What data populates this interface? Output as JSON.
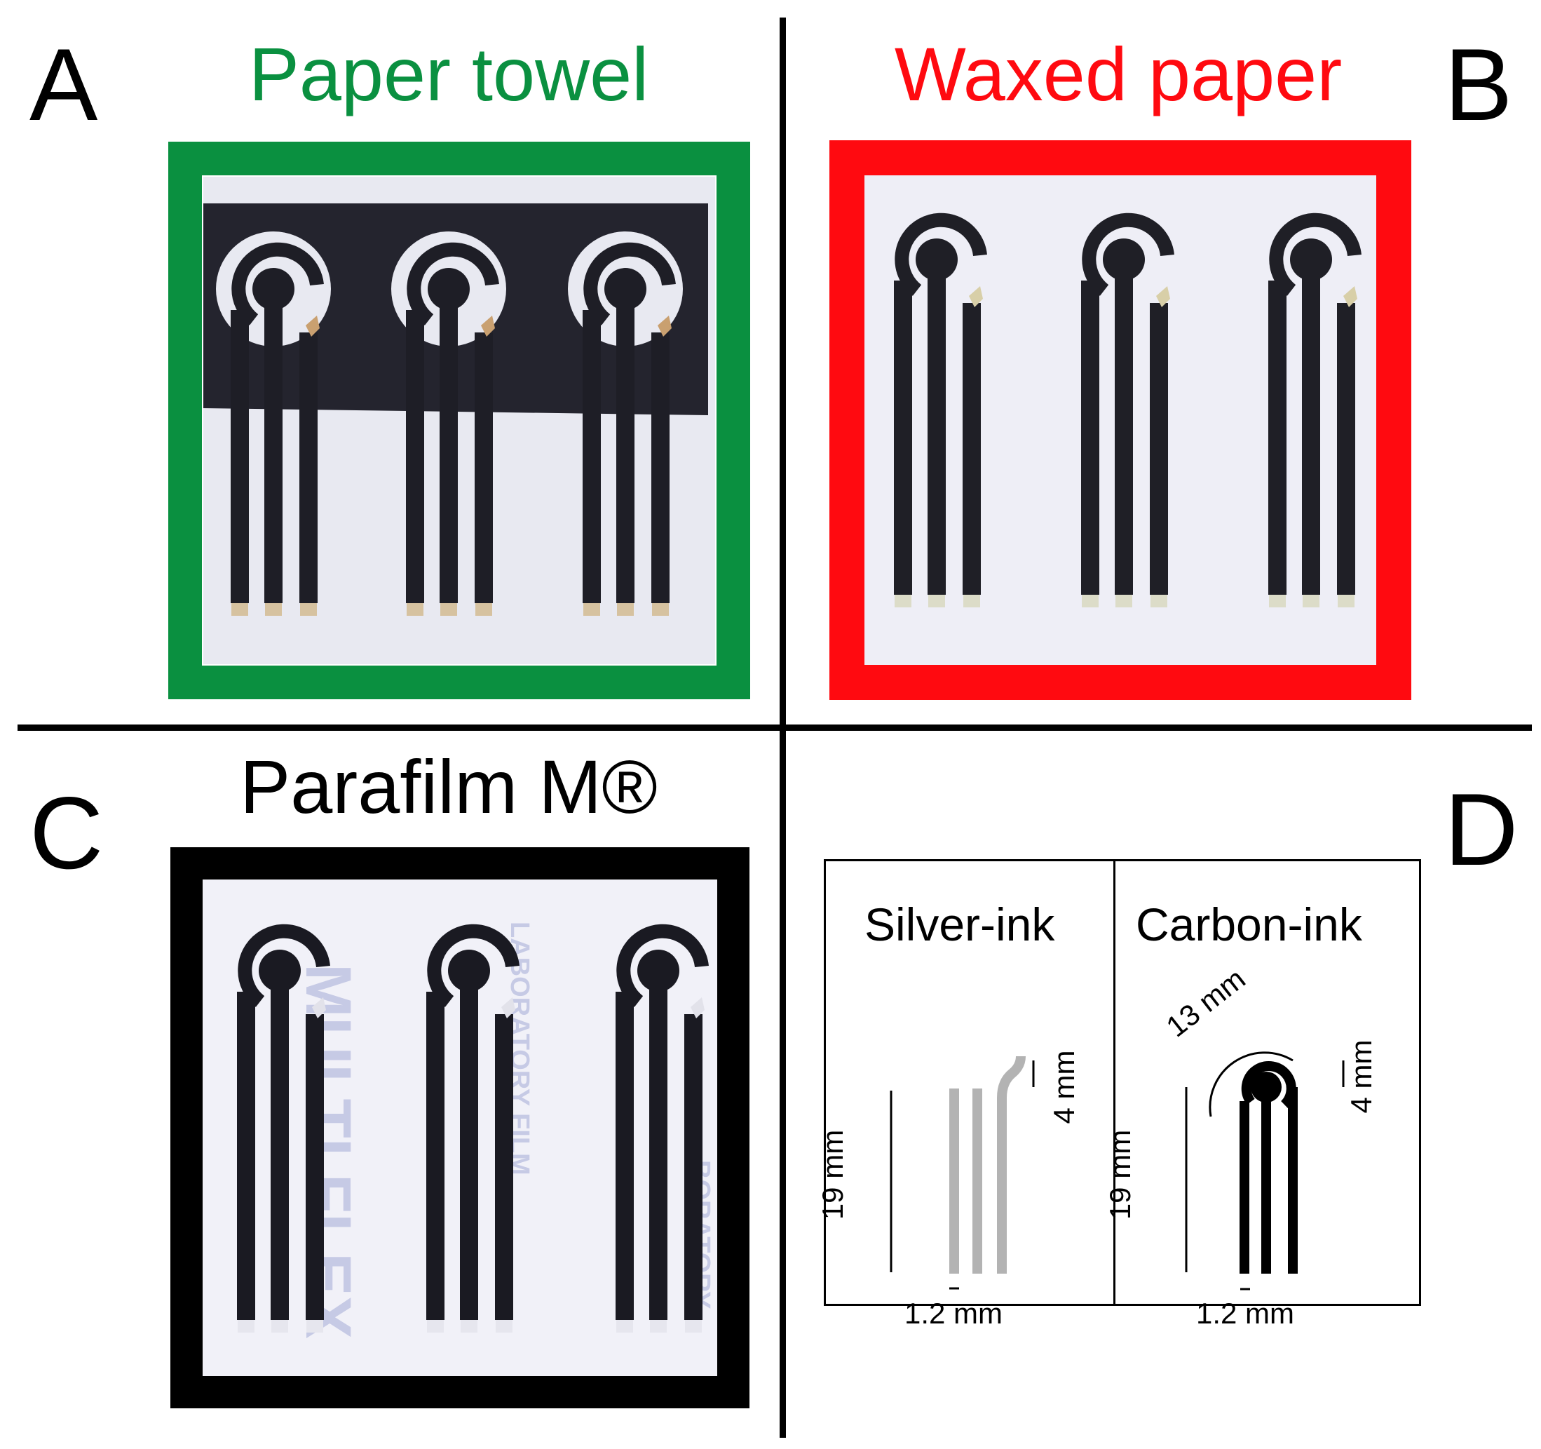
{
  "panels": {
    "a": {
      "letter": "A",
      "title": "Paper towel",
      "color": "#0a9040"
    },
    "b": {
      "letter": "B",
      "title": "Waxed paper",
      "color": "#ff0a10"
    },
    "c": {
      "letter": "C",
      "title": "Parafilm M®",
      "color": "#000000"
    },
    "d": {
      "letter": "D"
    }
  },
  "schematic": {
    "silver": {
      "label": "Silver-ink",
      "dim_length": "19 mm",
      "dim_width": "1.2 mm",
      "dim_tab": "4 mm",
      "color": "#b3b3b3"
    },
    "carbon": {
      "label": "Carbon-ink",
      "dim_length": "19 mm",
      "dim_width": "1.2 mm",
      "dim_tab": "4 mm",
      "dim_diameter": "13 mm",
      "color": "#000000"
    }
  },
  "parafilm_print": [
    "MULTI FLEX",
    "LABORATORY FILM",
    "BORATORY"
  ]
}
